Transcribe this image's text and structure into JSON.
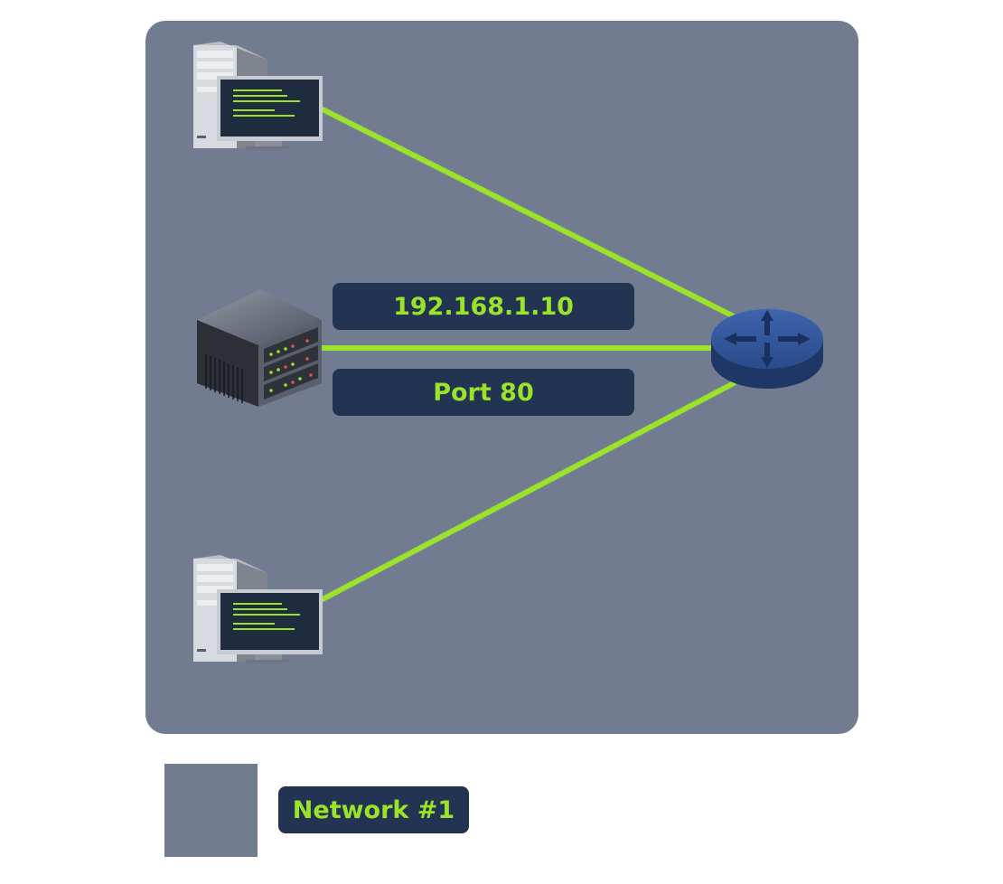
{
  "colors": {
    "network_bg": "#727c91",
    "link": "#9be22a",
    "label_bg": "#223452",
    "label_text": "#9be22a",
    "router": "#2a4a86"
  },
  "nodes": {
    "pc_top": {
      "icon": "desktop-computer-icon"
    },
    "server": {
      "icon": "server-rack-icon"
    },
    "pc_bottom": {
      "icon": "desktop-computer-icon"
    },
    "router": {
      "icon": "router-icon"
    }
  },
  "labels": {
    "ip_address": "192.168.1.10",
    "port": "Port 80"
  },
  "legend": {
    "items": [
      {
        "label": "Network #1",
        "color": "#727c91"
      }
    ]
  }
}
